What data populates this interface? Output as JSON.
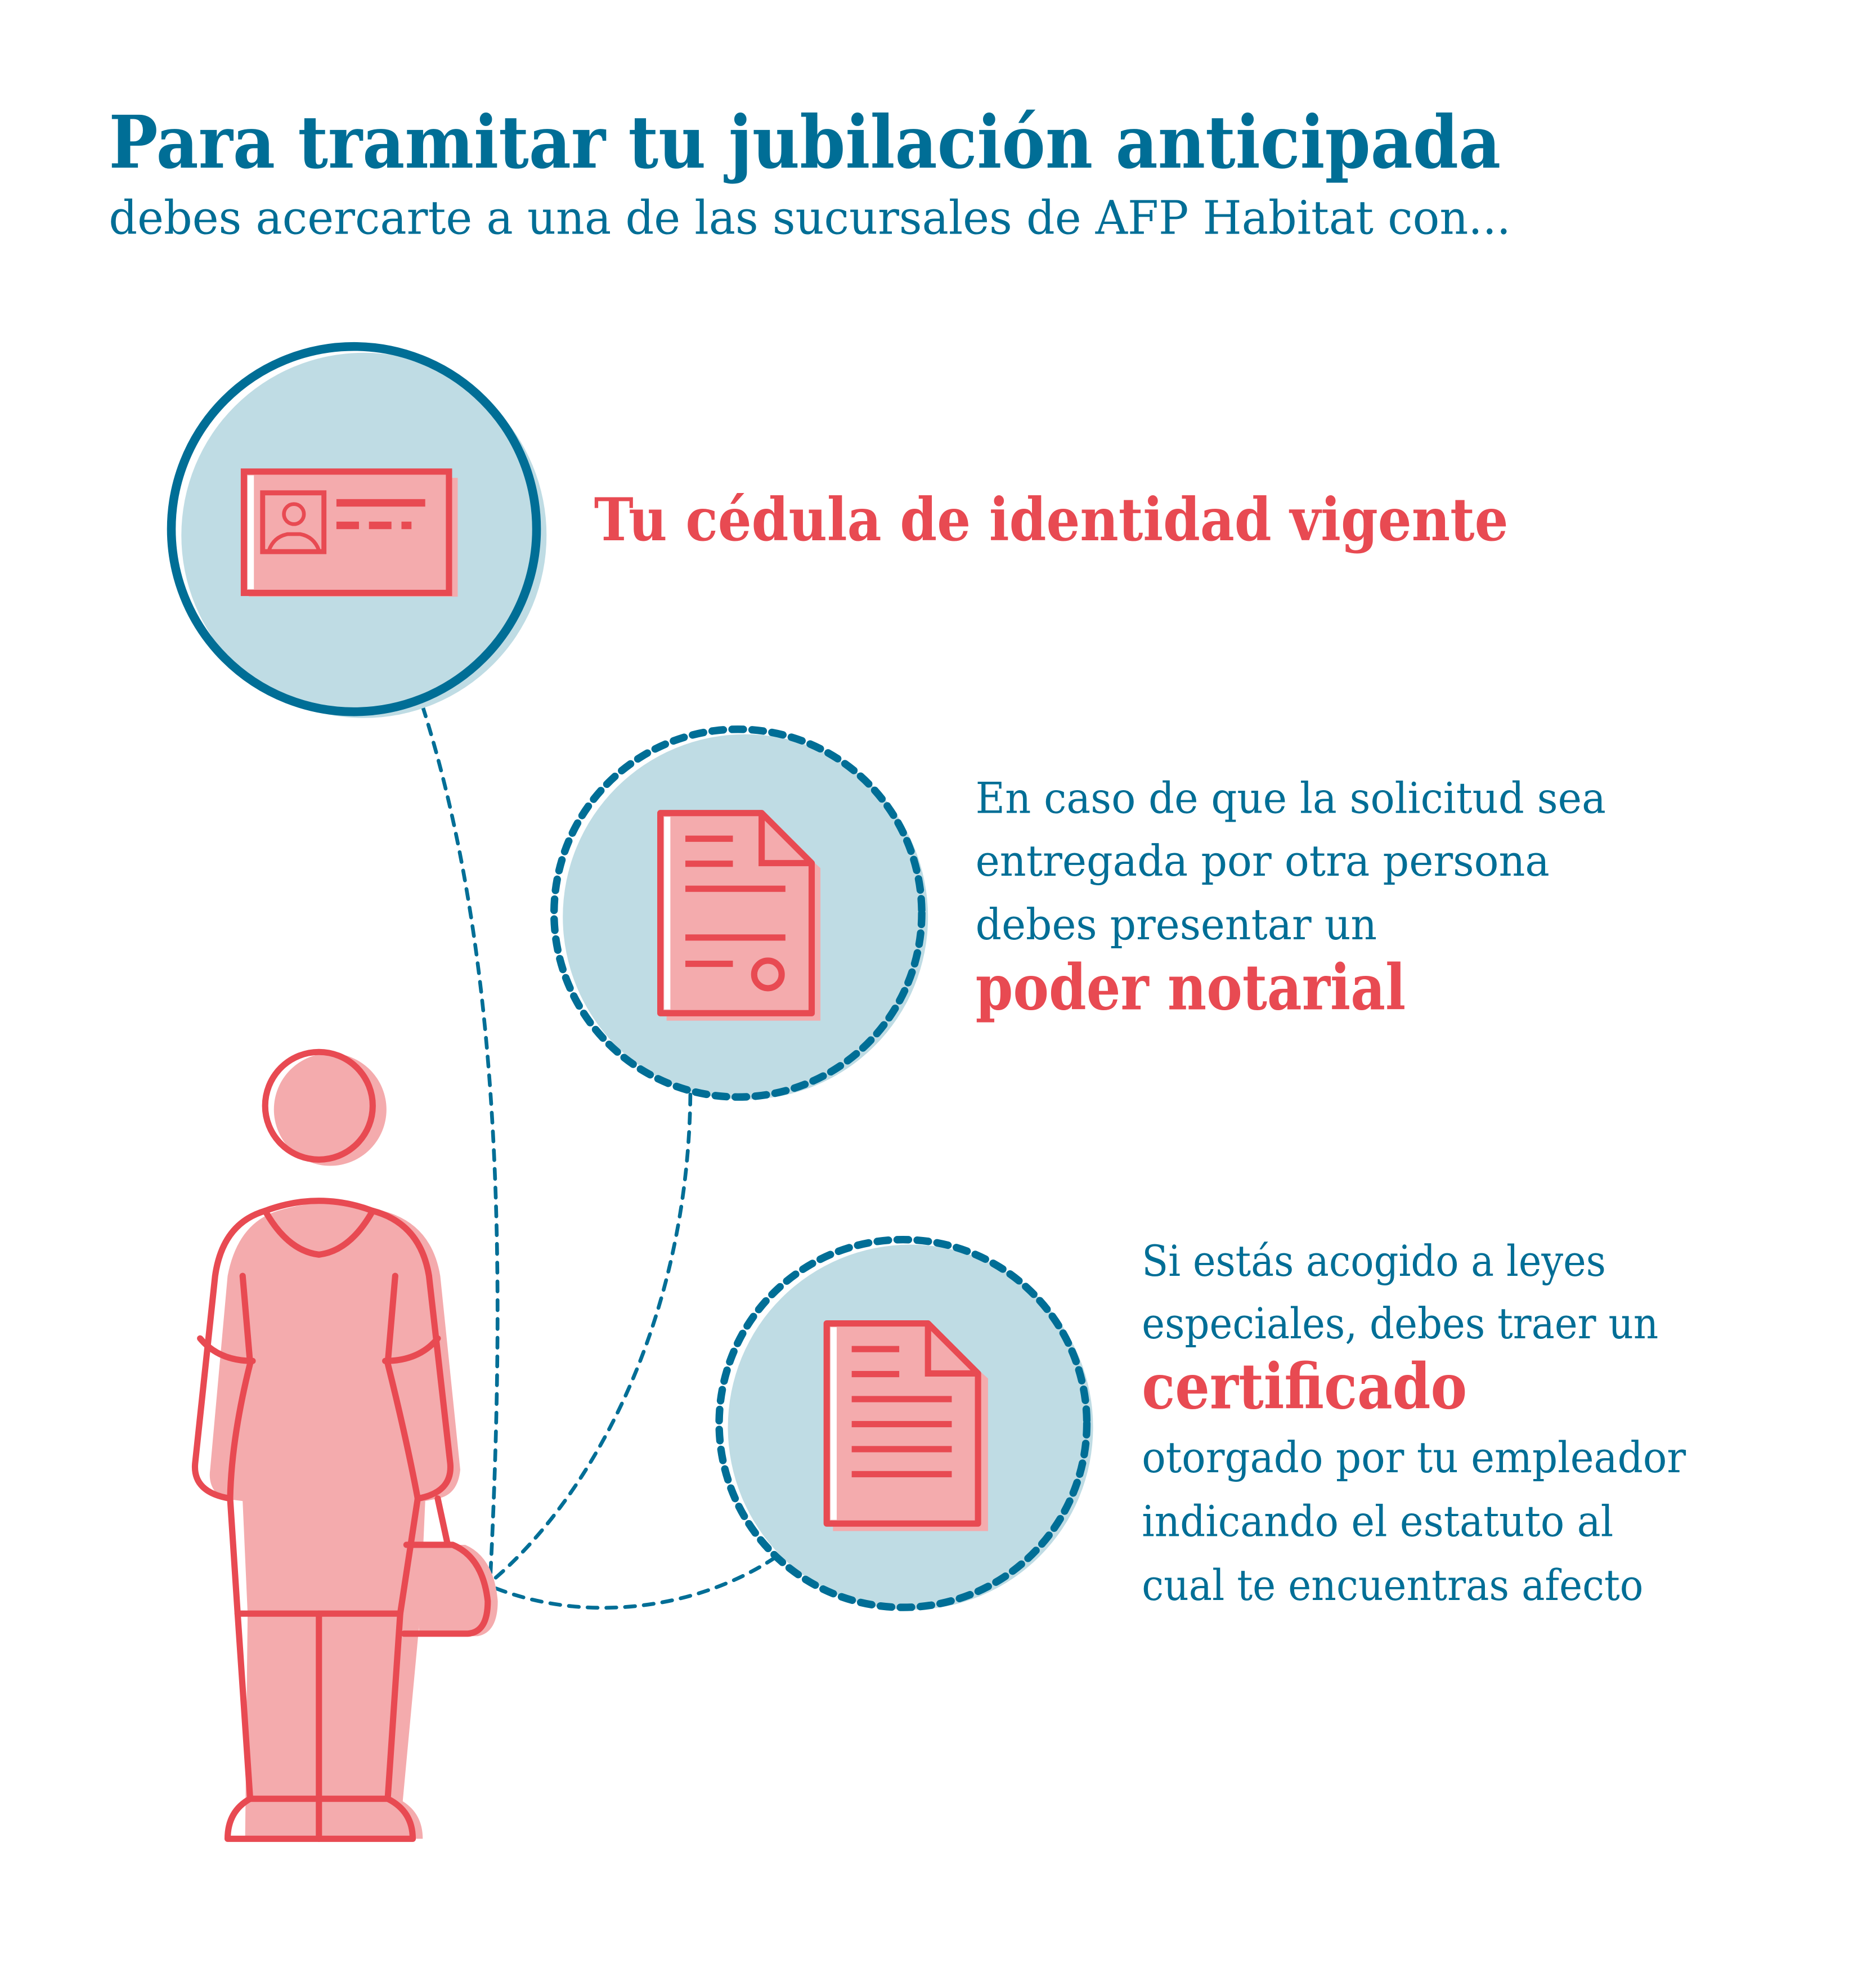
{
  "header": {
    "title": "Para tramitar tu jubilación anticipada",
    "subtitle": "debes acercarte a una de las sucursales de AFP Habitat con..."
  },
  "items": [
    {
      "icon": "id-card-icon",
      "highlight": "Tu cédula de identidad vigente"
    },
    {
      "icon": "notarized-document-icon",
      "lines": [
        "En caso de que la solicitud sea",
        "entregada por otra persona",
        "debes presentar un"
      ],
      "highlight": "poder notarial"
    },
    {
      "icon": "certificate-document-icon",
      "lines_before": [
        "Si estás acogido a leyes",
        "especiales, debes traer un"
      ],
      "highlight": "certificado",
      "lines_after": [
        "otorgado por tu empleador",
        "indicando el estatuto al",
        "cual te encuentras afecto"
      ]
    }
  ],
  "colors": {
    "blue": "#006e96",
    "light_blue": "#bfdce4",
    "red": "#e84a52",
    "pink": "#f4abad"
  }
}
